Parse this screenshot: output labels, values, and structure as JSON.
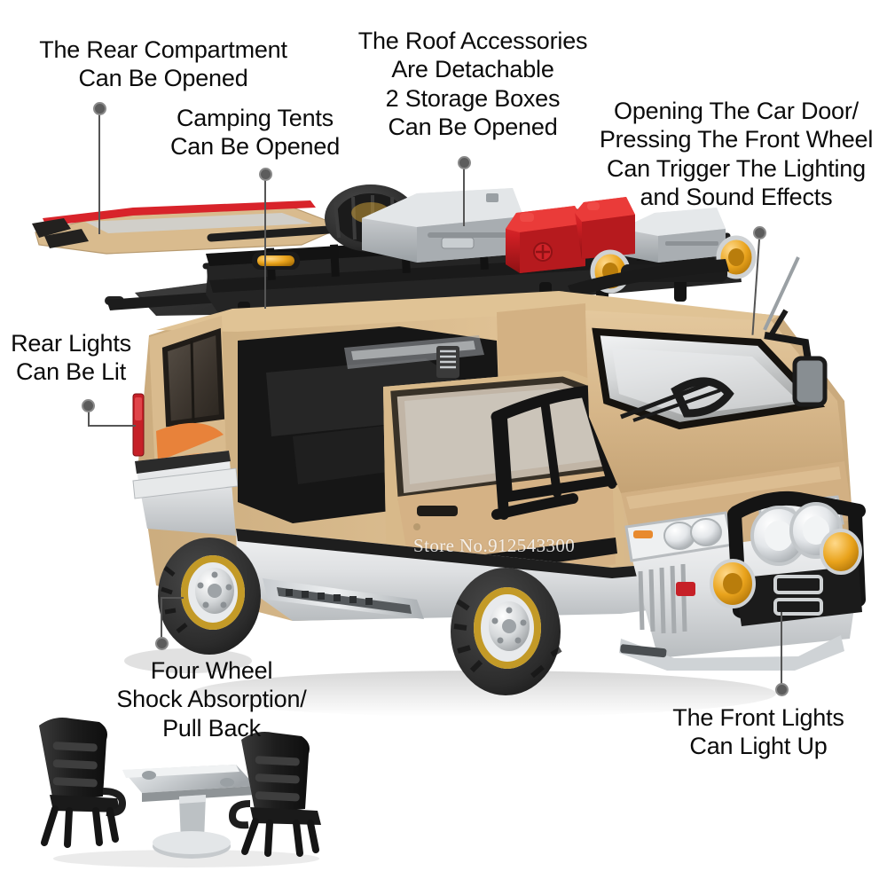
{
  "image": {
    "subject": "1:18 scale diecast off-road camper van model with roof rack accessories",
    "background_color": "#ffffff",
    "text_color": "#0b0b0b",
    "leader_color": "#555555",
    "dot_color": "#5c5c5c"
  },
  "watermark": {
    "text": "Store No.912543300"
  },
  "callouts": [
    {
      "id": "rear-compartment",
      "lines": [
        "The Rear Compartment",
        "Can Be Opened"
      ],
      "text": "The Rear Compartment\nCan Be Opened"
    },
    {
      "id": "camping-tents",
      "lines": [
        "Camping Tents",
        "Can Be Opened"
      ],
      "text": "Camping Tents\nCan Be Opened"
    },
    {
      "id": "roof-accessories",
      "lines": [
        "The Roof Accessories",
        "Are Detachable",
        "2 Storage Boxes",
        "Can Be Opened"
      ],
      "text": "The Roof Accessories\nAre Detachable\n2 Storage Boxes\nCan Be Opened"
    },
    {
      "id": "door-wheel-trigger",
      "lines": [
        "Opening The Car Door/",
        "Pressing The Front Wheel",
        "Can Trigger The Lighting",
        "and Sound Effects"
      ],
      "text": "Opening The Car Door/\nPressing The Front Wheel\nCan Trigger The Lighting\nand Sound Effects"
    },
    {
      "id": "rear-lights",
      "lines": [
        "Rear Lights",
        "Can Be Lit"
      ],
      "text": "Rear Lights\nCan Be Lit"
    },
    {
      "id": "four-wheel-suspension",
      "lines": [
        "Four Wheel",
        "Shock Absorption/",
        "Pull Back"
      ],
      "text": "Four Wheel\nShock Absorption/\nPull Back"
    },
    {
      "id": "front-lights",
      "lines": [
        "The Front Lights",
        "Can Light Up"
      ],
      "text": "The Front Lights\nCan Light Up"
    }
  ],
  "vehicle_colors": {
    "body_tan": "#d8b98a",
    "body_tan_shadow": "#c0a172",
    "body_lower_silver": "#e2e4e6",
    "stripe_orange": "#e8823a",
    "glass_dark": "#3a332c",
    "black_plastic": "#1d1d1d",
    "rack_black": "#2a2a2a",
    "jerrycan_red": "#cf2026",
    "metal_silver": "#b9bcc0",
    "wheel_gold": "#c39a27",
    "tire_black": "#2b2b2b",
    "amber_light": "#e8a317",
    "tail_light_red": "#c62027",
    "surfboard_red": "#d8232a"
  }
}
